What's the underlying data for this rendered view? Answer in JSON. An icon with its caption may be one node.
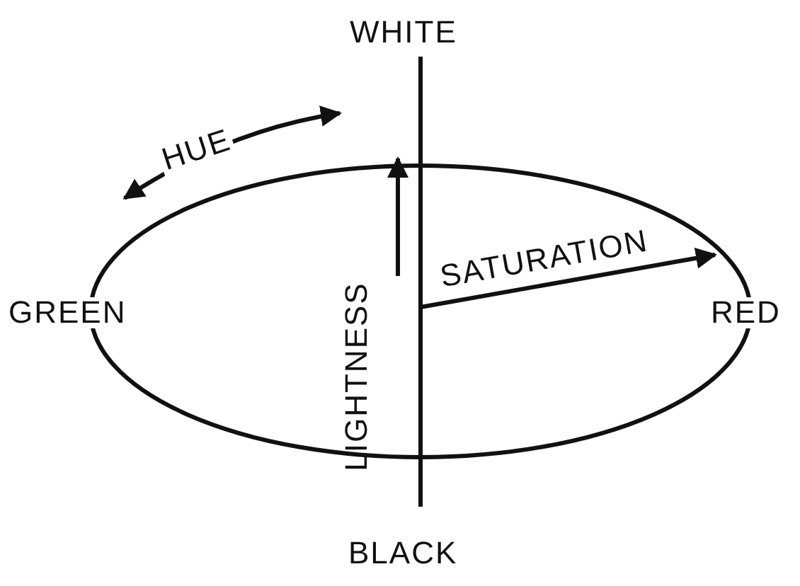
{
  "diagram": {
    "labels": [
      "WHITE",
      "HUE",
      "SATURATION",
      "GREEN",
      "LIGHTNESS",
      "RED",
      "BLACK"
    ]
  }
}
